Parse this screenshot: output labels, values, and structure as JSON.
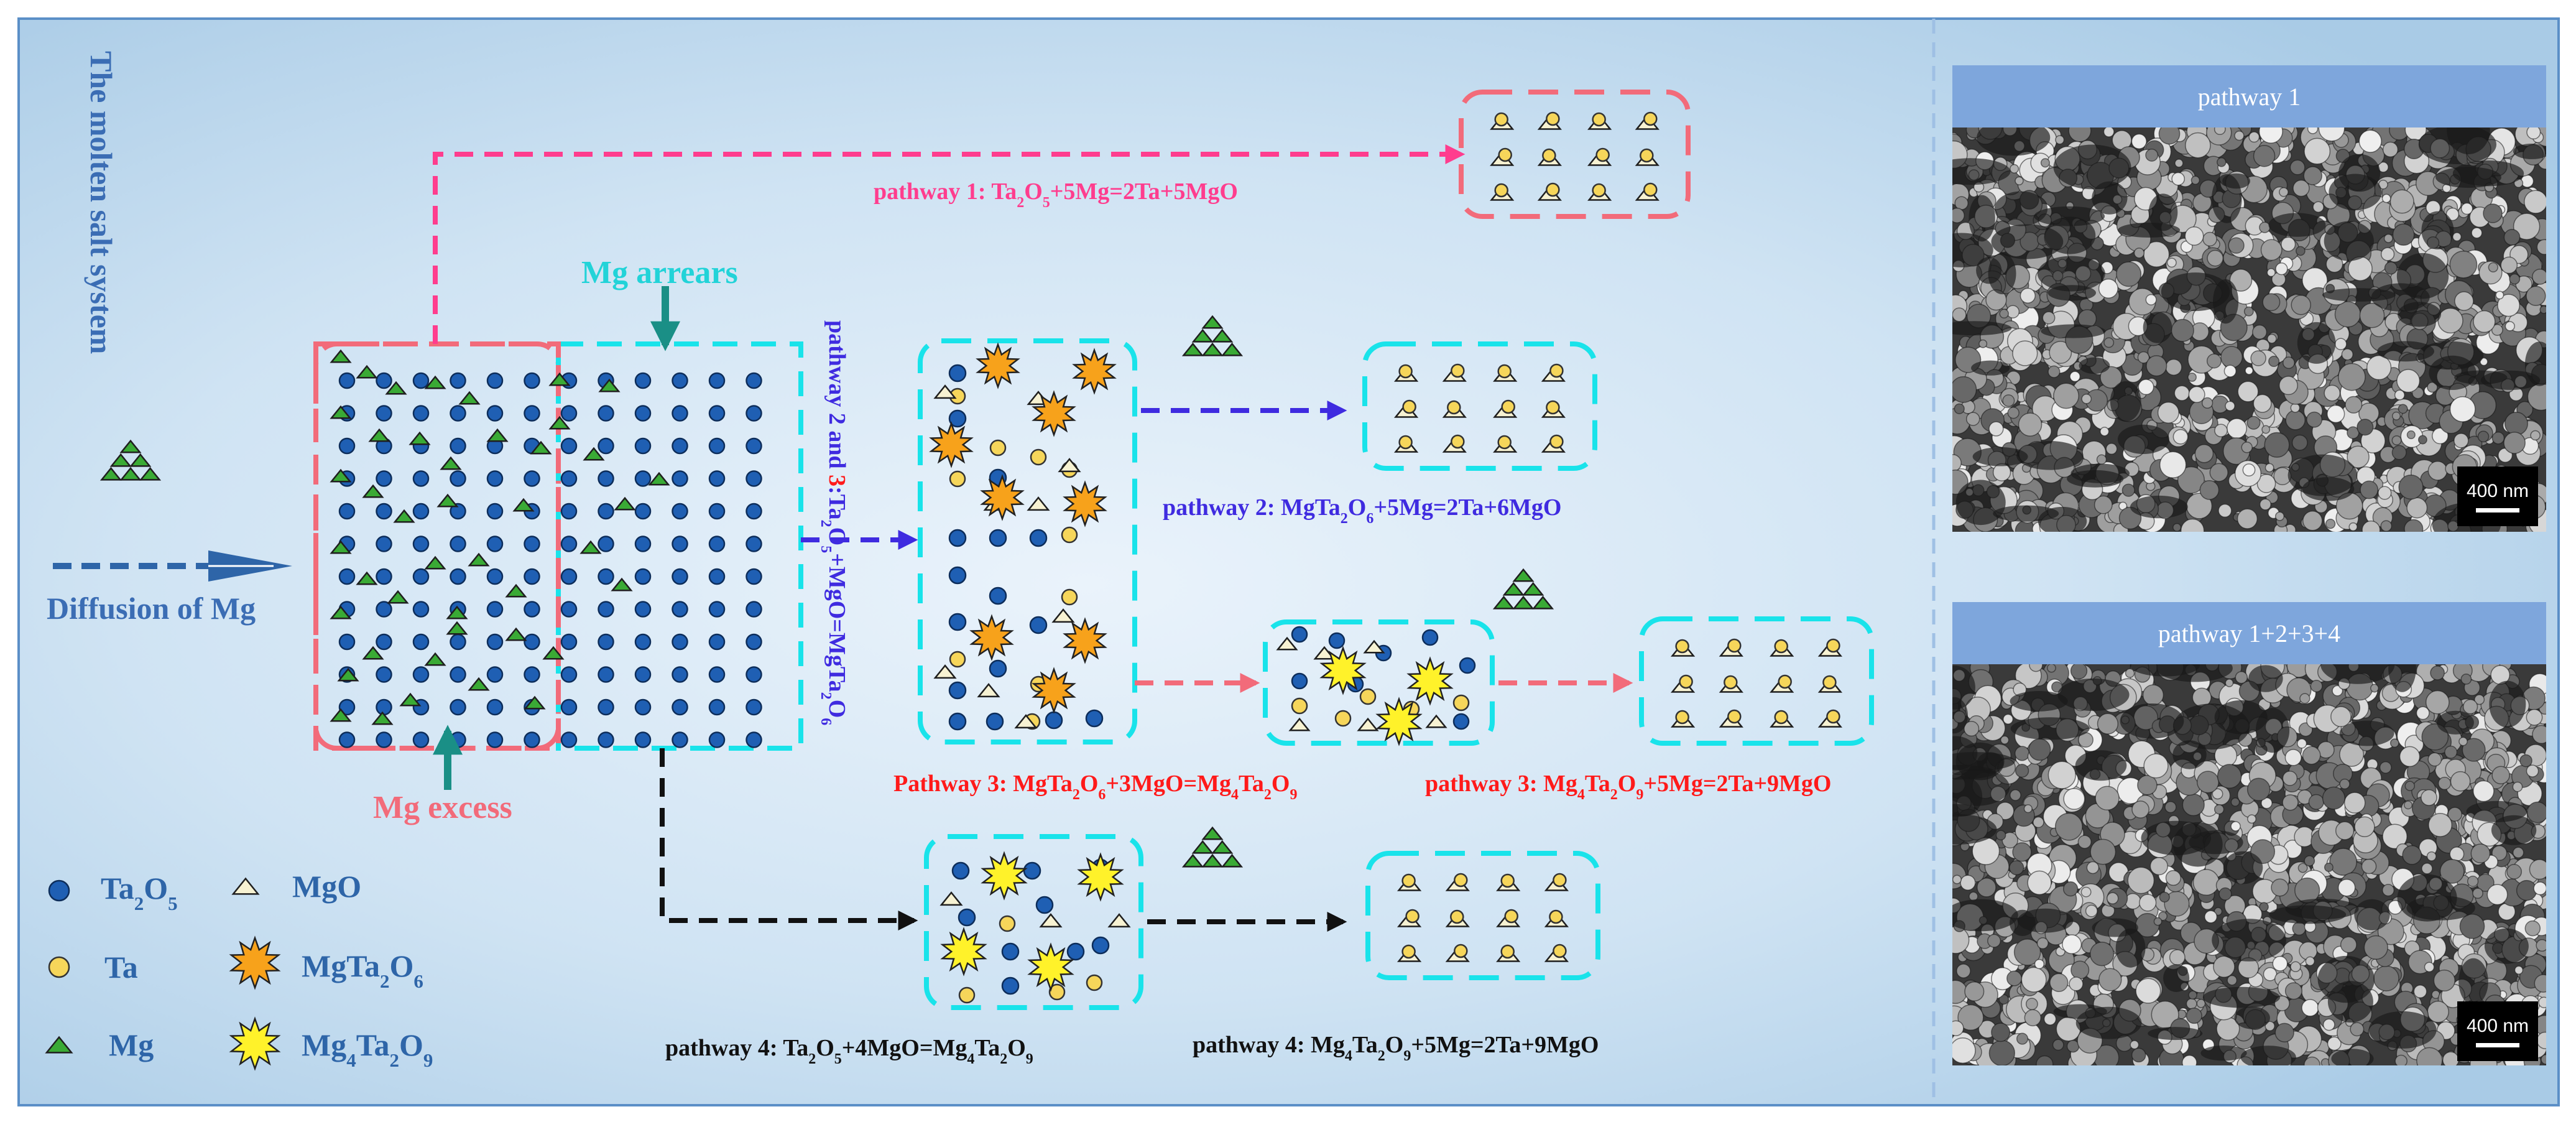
{
  "left": {
    "system_title": "The molten salt system",
    "diffusion_label": "Diffusion of Mg",
    "mg_arrears": "Mg arrears",
    "mg_excess": "Mg excess"
  },
  "reactions": {
    "p1": {
      "label": "pathway 1:",
      "eq": [
        "Ta",
        "2",
        "O",
        "5",
        "+5Mg=2Ta+5MgO"
      ]
    },
    "p23": {
      "label_a": "pathway 2 and ",
      "label_b": "3",
      "label_c": ":",
      "eq": [
        "Ta",
        "2",
        "O",
        "5",
        "+MgO=MgTa",
        "2",
        "O",
        "6"
      ]
    },
    "p2": {
      "label": "pathway 2:",
      "eq": [
        "MgTa",
        "2",
        "O",
        "6",
        "+5Mg=2Ta+6MgO"
      ]
    },
    "p3a": {
      "label": "Pathway 3:",
      "eq": [
        "MgTa",
        "2",
        "O",
        "6",
        "+3MgO=Mg",
        "4",
        "Ta",
        "2",
        "O",
        "9"
      ]
    },
    "p3b": {
      "label": "pathway 3:",
      "eq": [
        "Mg",
        "4",
        "Ta",
        "2",
        "O",
        "9",
        "+5Mg=2Ta+9MgO"
      ]
    },
    "p4a": {
      "label": "pathway 4:",
      "eq": [
        "Ta",
        "2",
        "O",
        "5",
        "+4MgO=Mg",
        "4",
        "Ta",
        "2",
        "O",
        "9"
      ]
    },
    "p4b": {
      "label": "pathway 4:",
      "eq": [
        "Mg",
        "4",
        "Ta",
        "2",
        "O",
        "9",
        "+5Mg=2Ta+9MgO"
      ]
    }
  },
  "legend": {
    "ta2o5": [
      "Ta",
      "2",
      "O",
      "5"
    ],
    "mgo": "MgO",
    "ta": "Ta",
    "mgta2o6": [
      "MgTa",
      "2",
      "O",
      "6"
    ],
    "mg": "Mg",
    "mg4ta2o9": [
      "Mg",
      "4",
      "Ta",
      "2",
      "O",
      "9"
    ]
  },
  "sem_panels": [
    {
      "title": "pathway  1",
      "scale": "400 nm"
    },
    {
      "title": "pathway  1+2+3+4",
      "scale": "400 nm"
    }
  ],
  "colors": {
    "pathway1": "#ff3d8e",
    "pathway2": "#3f2be0",
    "pathway3": "#ff1a1a",
    "pathway4": "#111111",
    "mg_arrears": "#19e3ea",
    "mg_excess": "#f26b7a",
    "dashed_arrow_p3": "#f26b7a",
    "ta2o5": "#1f5fb3",
    "ta": "#f6d65a",
    "mg": "#3aaa35",
    "mgo": "#f7f2d2",
    "mgta2o6": "#f7a21b",
    "mg4ta2o9": "#fff22a",
    "box_cyan": "#19e3ea",
    "box_red": "#f26b7a",
    "text_blue": "#2e65a8"
  }
}
